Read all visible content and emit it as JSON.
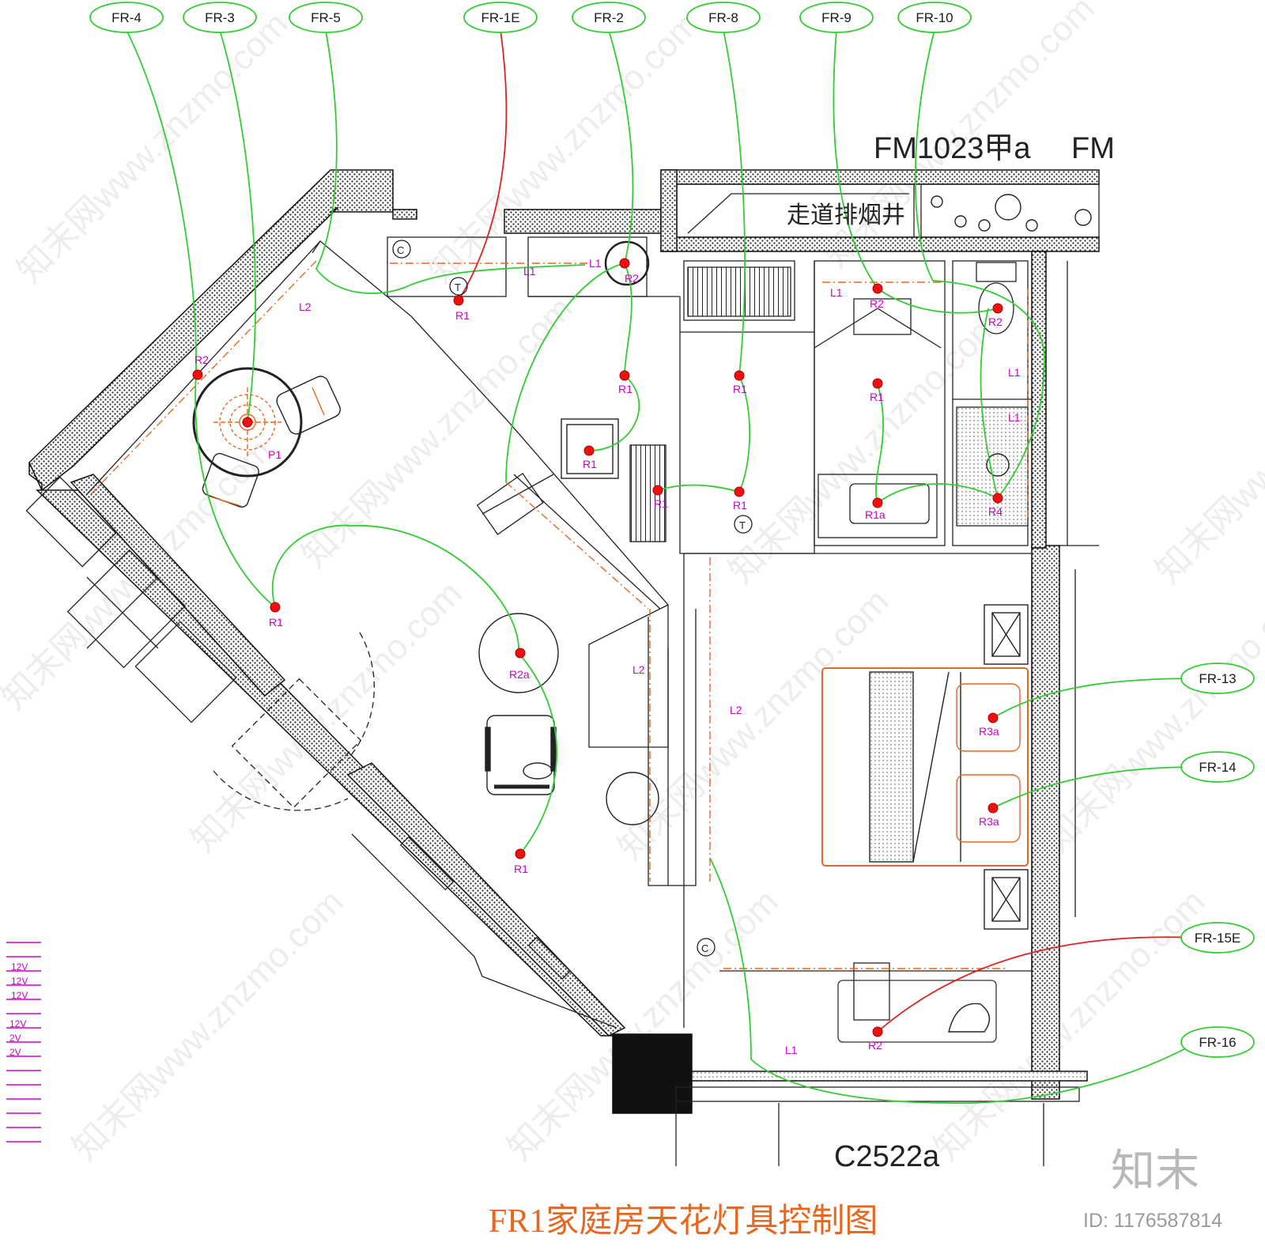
{
  "title": "FR1家庭房天花灯具控制图",
  "watermark_id": "ID: 1176587814",
  "watermark_brand": "知末",
  "door_label_top": "FM1023甲a",
  "door_label_top_right": "FM",
  "shaft_label": "走道排烟井",
  "window_label": "C2522a",
  "colors": {
    "switch_line": "#33cc33",
    "emergency_line": "#dd2222",
    "fixture_label": "#cc00cc",
    "title": "#e8661e",
    "wall_hatch": "#333333",
    "furniture": "#e8661e"
  },
  "tags": [
    {
      "id": "FR-4",
      "text": "FR-4"
    },
    {
      "id": "FR-3",
      "text": "FR-3"
    },
    {
      "id": "FR-5",
      "text": "FR-5"
    },
    {
      "id": "FR-1E",
      "text": "FR-1E"
    },
    {
      "id": "FR-2",
      "text": "FR-2"
    },
    {
      "id": "FR-8",
      "text": "FR-8"
    },
    {
      "id": "FR-9",
      "text": "FR-9"
    },
    {
      "id": "FR-10",
      "text": "FR-10"
    },
    {
      "id": "FR-13",
      "text": "FR-13"
    },
    {
      "id": "FR-14",
      "text": "FR-14"
    },
    {
      "id": "FR-15E",
      "text": "FR-15E"
    },
    {
      "id": "FR-16",
      "text": "FR-16"
    }
  ],
  "fixtures": [
    {
      "id": "f1",
      "label": "R2"
    },
    {
      "id": "f2",
      "label": "P1"
    },
    {
      "id": "f3",
      "label": "R1"
    },
    {
      "id": "f4",
      "label": "R1"
    },
    {
      "id": "f5",
      "label": "R2a"
    },
    {
      "id": "f6",
      "label": "R1"
    },
    {
      "id": "f7",
      "label": "R1"
    },
    {
      "id": "f8",
      "label": "R2"
    },
    {
      "id": "f9",
      "label": "R1"
    },
    {
      "id": "f10",
      "label": "R1"
    },
    {
      "id": "f11",
      "label": "R1"
    },
    {
      "id": "f12",
      "label": "R1"
    },
    {
      "id": "f13",
      "label": "R2"
    },
    {
      "id": "f14",
      "label": "R1"
    },
    {
      "id": "f15",
      "label": "R1a"
    },
    {
      "id": "f16",
      "label": "R2"
    },
    {
      "id": "f17",
      "label": "R4"
    },
    {
      "id": "f18",
      "label": "R3a"
    },
    {
      "id": "f19",
      "label": "R3a"
    },
    {
      "id": "f20",
      "label": "R2"
    }
  ],
  "strip_labels": [
    {
      "id": "s1",
      "label": "L2"
    },
    {
      "id": "s2",
      "label": "L1"
    },
    {
      "id": "s3",
      "label": "L1"
    },
    {
      "id": "s4",
      "label": "L1"
    },
    {
      "id": "s5",
      "label": "L1"
    },
    {
      "id": "s6",
      "label": "L1"
    },
    {
      "id": "s7",
      "label": "L2"
    },
    {
      "id": "s8",
      "label": "L2"
    },
    {
      "id": "s9",
      "label": "L1"
    }
  ],
  "legend_voltages": [
    "12V",
    "12V",
    "12V",
    "12V",
    "2V",
    "2V"
  ]
}
